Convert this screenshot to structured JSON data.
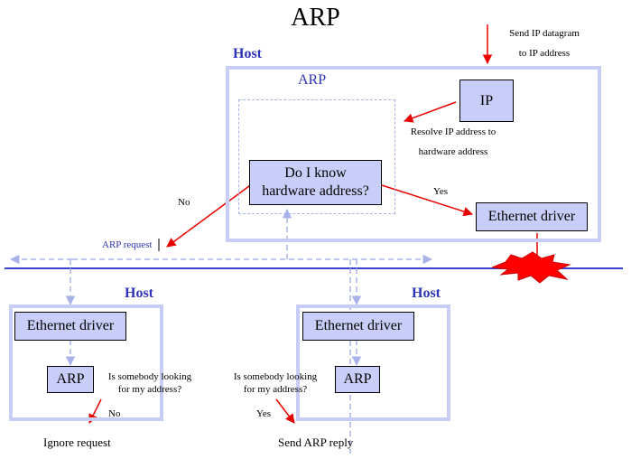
{
  "title": "ARP",
  "top_note": {
    "line1": "Send IP datagram",
    "line2": "to IP address"
  },
  "top_host": {
    "label": "Host",
    "arp_label": "ARP",
    "ip_box": "IP",
    "resolve_note": {
      "line1": "Resolve IP address to",
      "line2": "hardware address"
    },
    "question_box": {
      "line1": "Do I know",
      "line2": "hardware address?"
    },
    "ethernet_driver": "Ethernet driver",
    "yes_label": "Yes"
  },
  "no_label": "No",
  "arp_request_label": "ARP request",
  "left_host": {
    "label": "Host",
    "ethernet_driver": "Ethernet driver",
    "arp_box": "ARP",
    "question": {
      "line1": "Is somebody looking",
      "line2": "for my address?"
    },
    "answer": "No",
    "outcome": "Ignore request"
  },
  "right_host": {
    "label": "Host",
    "ethernet_driver": "Ethernet driver",
    "arp_box": "ARP",
    "question": {
      "line1": "Is somebody looking",
      "line2": "for my address?"
    },
    "answer": "Yes",
    "outcome": "Send ARP reply"
  },
  "colors": {
    "host_border": "#c8cdf5",
    "node_fill": "#c9cef8",
    "accent_blue": "#2e33b8",
    "network_line": "#3b3fd0",
    "arrow_red": "#e60000",
    "dashed": "#a9b3ea"
  }
}
